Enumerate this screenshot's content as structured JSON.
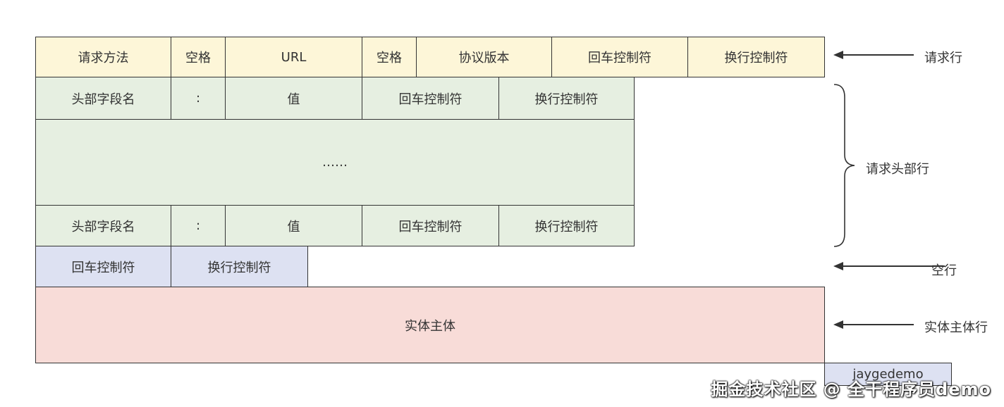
{
  "request_line": {
    "cells": [
      "请求方法",
      "空格",
      "URL",
      "空格",
      "协议版本",
      "回车控制符",
      "换行控制符"
    ],
    "label": "请求行"
  },
  "header_row_1": {
    "cells": [
      "头部字段名",
      ":",
      "值",
      "回车控制符",
      "换行控制符"
    ]
  },
  "header_ellipsis": "……",
  "header_row_2": {
    "cells": [
      "头部字段名",
      ":",
      "值",
      "回车控制符",
      "换行控制符"
    ]
  },
  "header_label": "请求头部行",
  "blank_line": {
    "cells": [
      "回车控制符",
      "换行控制符"
    ],
    "label": "空行"
  },
  "body": {
    "text": "实体主体",
    "label": "实体主体行"
  },
  "small_tag": "jaygedemo",
  "watermark": "掘金技术社区 @ 全干程序员demo"
}
